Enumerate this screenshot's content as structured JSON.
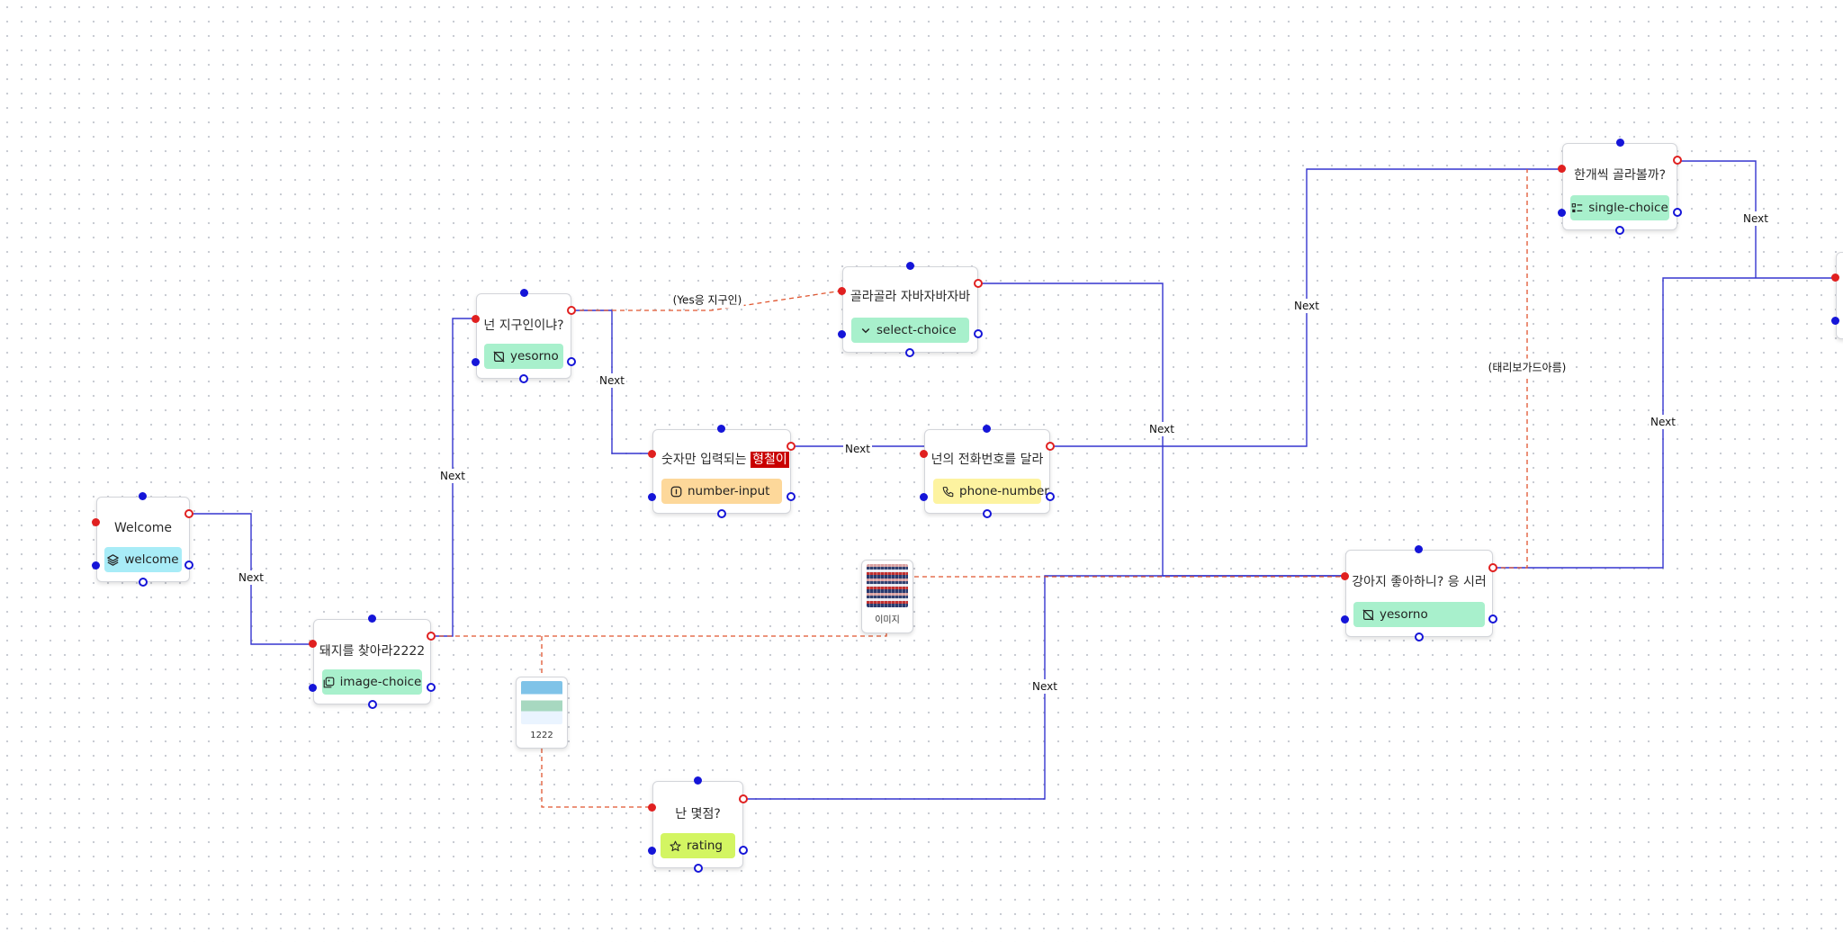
{
  "nodes": {
    "welcome": {
      "title": "Welcome",
      "type": "welcome",
      "icon": "layers-icon",
      "color": "#a8ecf7"
    },
    "yesorno_earth": {
      "title": "넌 지구인이냐?",
      "type": "yesorno",
      "icon": "toggle-icon",
      "color": "#a8f0cc"
    },
    "select_choice": {
      "title": "골라골라 자바자바자바",
      "type": "select-choice",
      "icon": "chevron-down-icon",
      "color": "#a8f0cc"
    },
    "number_input": {
      "title_prefix": "숫자만 입력되는 ",
      "title_highlight": "형철이",
      "type": "number-input",
      "icon": "info-circle-icon",
      "color": "#fdd89a"
    },
    "phone_number": {
      "title": "넌의 전화번호를 달라",
      "type": "phone-number",
      "icon": "phone-icon",
      "color": "#fdf3a0"
    },
    "image_choice": {
      "title": "돼지를 찾아라2222",
      "type": "image-choice",
      "icon": "images-icon",
      "color": "#a8f0cc"
    },
    "rating": {
      "title": "난 몇점?",
      "type": "rating",
      "icon": "star-icon",
      "color": "#d3f562"
    },
    "dog_yesorno": {
      "title": "강아지 좋아하니? 응 시러",
      "type": "yesorno",
      "icon": "toggle-icon",
      "color": "#a8f0cc"
    },
    "single_choice": {
      "title": "한개씩 골라볼까?",
      "type": "single-choice",
      "icon": "list-icon",
      "color": "#a8f0cc"
    }
  },
  "image_nodes": {
    "image_a": {
      "caption": "이미지"
    },
    "image_b": {
      "caption": "1222"
    }
  },
  "edge_labels": {
    "next1": "Next",
    "next2": "Next",
    "next3": "Next",
    "next4": "Next",
    "next5": "Next",
    "next6": "Next",
    "next7": "Next",
    "next8": "Next",
    "cond_yes": "(Yes응 지구인)",
    "cond_retriever": "(태리보가드아름)"
  },
  "colors": {
    "edge": "#3333cc",
    "conditional": "#e0552f",
    "source_handle": "#e02020",
    "target_handle": "#1515d8"
  }
}
